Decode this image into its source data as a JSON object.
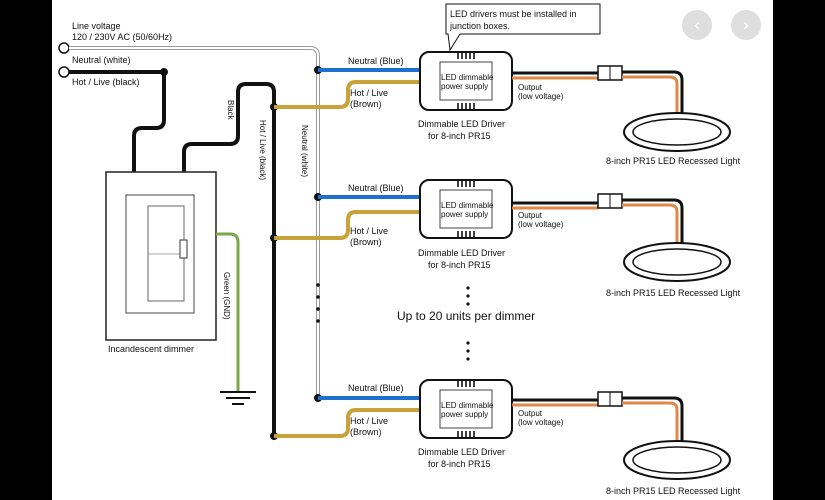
{
  "labels": {
    "line_voltage": "Line voltage",
    "line_spec": "120 / 230V AC (50/60Hz)",
    "neutral_white": "Neutral (white)",
    "hot_black": "Hot / Live (black)",
    "black": "Black",
    "hot_live_black_vertical": "Hot / Live (black)",
    "neutral_white_vertical": "Neutral (white)",
    "green_gnd": "Green (GND)",
    "dimmer": "Incandescent dimmer",
    "note_line1": "LED drivers must be installed in",
    "note_line2": "junction boxes.",
    "units_note": "Up to 20 units per dimmer"
  },
  "rows": [
    {
      "neutral": "Neutral (Blue)",
      "hot1": "Hot / Live",
      "hot2": "(Brown)",
      "box_line1": "LED dimmable",
      "box_line2": "power supply",
      "driver_line1": "Dimmable LED Driver",
      "driver_line2": "for 8-inch PR15",
      "output1": "Output",
      "output2": "(low voltage)",
      "light": "8-inch PR15 LED Recessed Light"
    },
    {
      "neutral": "Neutral (Blue)",
      "hot1": "Hot / Live",
      "hot2": "(Brown)",
      "box_line1": "LED dimmable",
      "box_line2": "power supply",
      "driver_line1": "Dimmable LED Driver",
      "driver_line2": "for 8-inch PR15",
      "output1": "Output",
      "output2": "(low voltage)",
      "light": "8-inch PR15 LED Recessed Light"
    },
    {
      "neutral": "Neutral (Blue)",
      "hot1": "Hot / Live",
      "hot2": "(Brown)",
      "box_line1": "LED dimmable",
      "box_line2": "power supply",
      "driver_line1": "Dimmable LED Driver",
      "driver_line2": "for 8-inch PR15",
      "output1": "Output",
      "output2": "(low voltage)",
      "light": "8-inch PR15 LED Recessed Light"
    }
  ],
  "nav": {
    "prev_icon": "chevron-left-icon",
    "next_icon": "chevron-right-icon",
    "prev": "‹",
    "next": "›"
  },
  "colors": {
    "blue": "#1f6fd0",
    "brown": "#c9a33a",
    "green": "#7aa84a",
    "orange": "#e0874a",
    "black": "#111111",
    "neutral_line": "#9a9a9a"
  }
}
